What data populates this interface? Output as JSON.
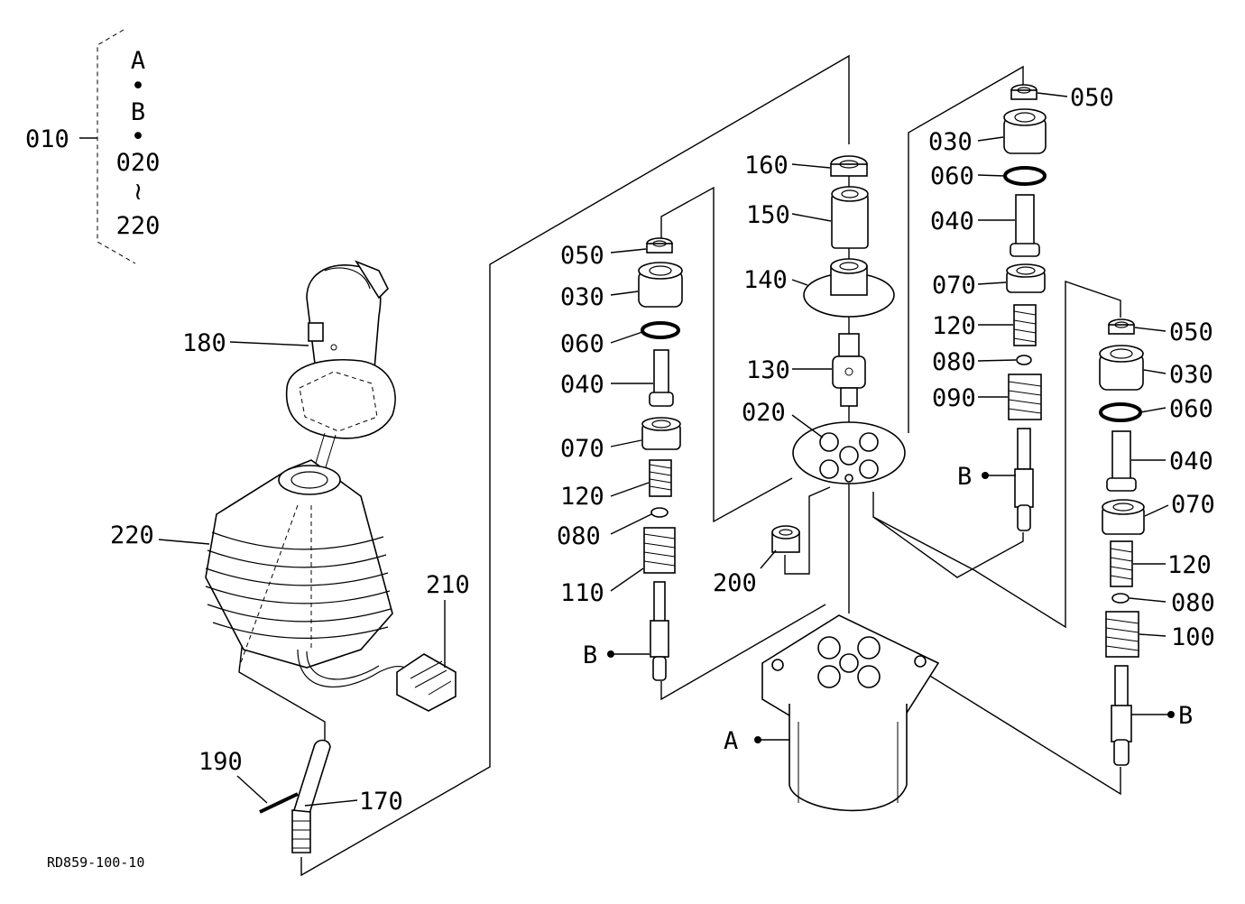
{
  "diagram": {
    "reference_code": "RD859-100-10",
    "legend": {
      "number": "010",
      "items": [
        "A",
        "•",
        "B",
        "•",
        "020",
        "≀",
        "220"
      ]
    },
    "labels": {
      "p010": "010",
      "p180": "180",
      "p220": "220",
      "p210": "210",
      "p190": "190",
      "p170": "170",
      "l050": "050",
      "l030": "030",
      "l060": "060",
      "l040": "040",
      "l070": "070",
      "l120": "120",
      "l080": "080",
      "l110": "110",
      "lB": "B",
      "p160": "160",
      "p150": "150",
      "p140": "140",
      "p130": "130",
      "p020": "020",
      "p200": "200",
      "pA": "A",
      "r050": "050",
      "r030": "030",
      "r060": "060",
      "r040": "040",
      "r070": "070",
      "r120": "120",
      "r080": "080",
      "r090": "090",
      "rB": "B",
      "f050": "050",
      "f030": "030",
      "f060": "060",
      "f040": "040",
      "f070": "070",
      "f120": "120",
      "f080": "080",
      "f100": "100",
      "fB": "B"
    }
  }
}
